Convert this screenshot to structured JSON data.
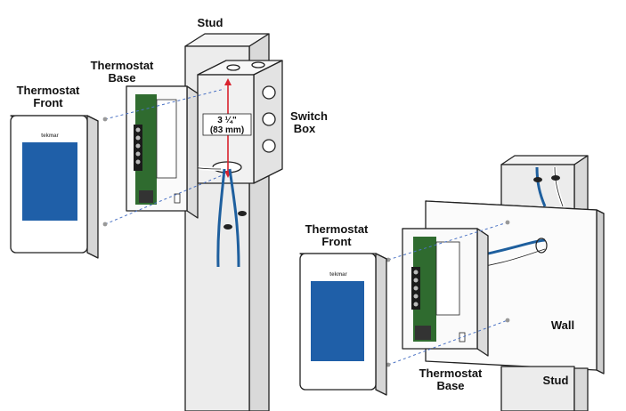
{
  "labels": {
    "thermostat_front_1": [
      "Thermostat",
      "Front"
    ],
    "thermostat_base_1": [
      "Thermostat",
      "Base"
    ],
    "stud_1": "Stud",
    "switch_box": [
      "Switch",
      "Box"
    ],
    "measurement": [
      "3 ¼\"",
      "(83 mm)"
    ],
    "thermostat_front_2": [
      "Thermostat",
      "Front"
    ],
    "thermostat_base_2": [
      "Thermostat",
      "Base"
    ],
    "wall": "Wall",
    "stud_2": "Stud",
    "brand_1": "tekmar",
    "brand_2": "tekmar"
  },
  "colors": {
    "screen_blue": "#1f5fa8",
    "circuit_green": "#2f6b2f",
    "wire_blue": "#1e5f9e",
    "guide_line": "#4a72c4",
    "measure_red": "#d9232e",
    "shade": "#e6e6e6"
  }
}
